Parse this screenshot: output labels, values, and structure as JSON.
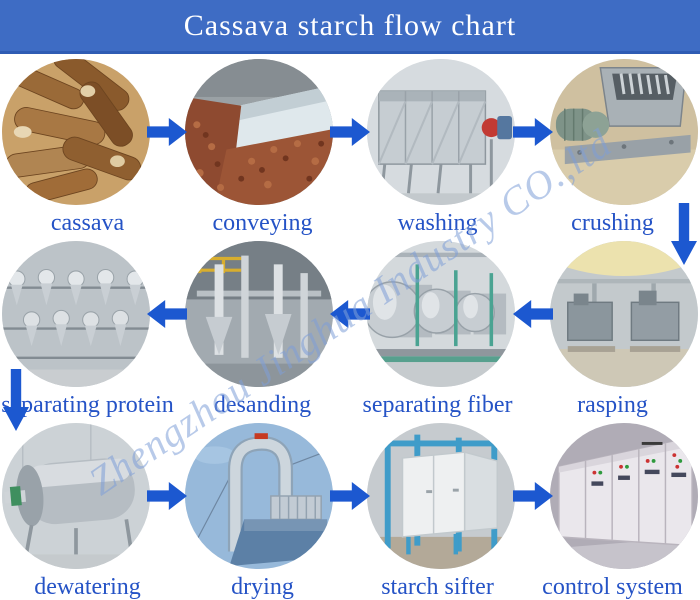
{
  "banner": {
    "title": "Cassava starch flow chart"
  },
  "watermark": {
    "text": "Zhengzhou Jinghua Industry CO.,ltd"
  },
  "colors": {
    "banner_blue": "#3e6cc4",
    "arrow_blue": "#1c58d0",
    "label_blue": "#2553c6",
    "watermark_blue": "#7f9fd8",
    "title_white": "#ffffff"
  },
  "flow": {
    "rows": [
      {
        "direction": "right",
        "steps": [
          {
            "id": "cassava",
            "label": "cassava",
            "image": "cassava-roots-photo"
          },
          {
            "id": "conveying",
            "label": "conveying",
            "image": "root-conveying-flume-photo"
          },
          {
            "id": "washing",
            "label": "washing",
            "image": "paddle-washing-machine-photo"
          },
          {
            "id": "crushing",
            "label": "crushing",
            "image": "crushing-machine-photo"
          }
        ],
        "corner_arrow": {
          "side": "right",
          "direction": "down"
        }
      },
      {
        "direction": "left",
        "steps": [
          {
            "id": "separating-protein",
            "label": "separating protein",
            "image": "hydrocyclone-station-photo"
          },
          {
            "id": "desanding",
            "label": "desanding",
            "image": "desanding-pipes-photo"
          },
          {
            "id": "separating-fiber",
            "label": "separating fiber",
            "image": "centrifugal-sieve-photo"
          },
          {
            "id": "rasping",
            "label": "rasping",
            "image": "rasper-workshop-photo"
          }
        ],
        "corner_arrow": {
          "side": "left",
          "direction": "down"
        }
      },
      {
        "direction": "right",
        "steps": [
          {
            "id": "dewatering",
            "label": "dewatering",
            "image": "vacuum-filter-drum-photo"
          },
          {
            "id": "drying",
            "label": "drying",
            "image": "flash-dryer-photo"
          },
          {
            "id": "starch-sifter",
            "label": "starch sifter",
            "image": "starch-sifter-photo"
          },
          {
            "id": "control-system",
            "label": "control system",
            "image": "control-cabinets-photo"
          }
        ]
      }
    ]
  }
}
